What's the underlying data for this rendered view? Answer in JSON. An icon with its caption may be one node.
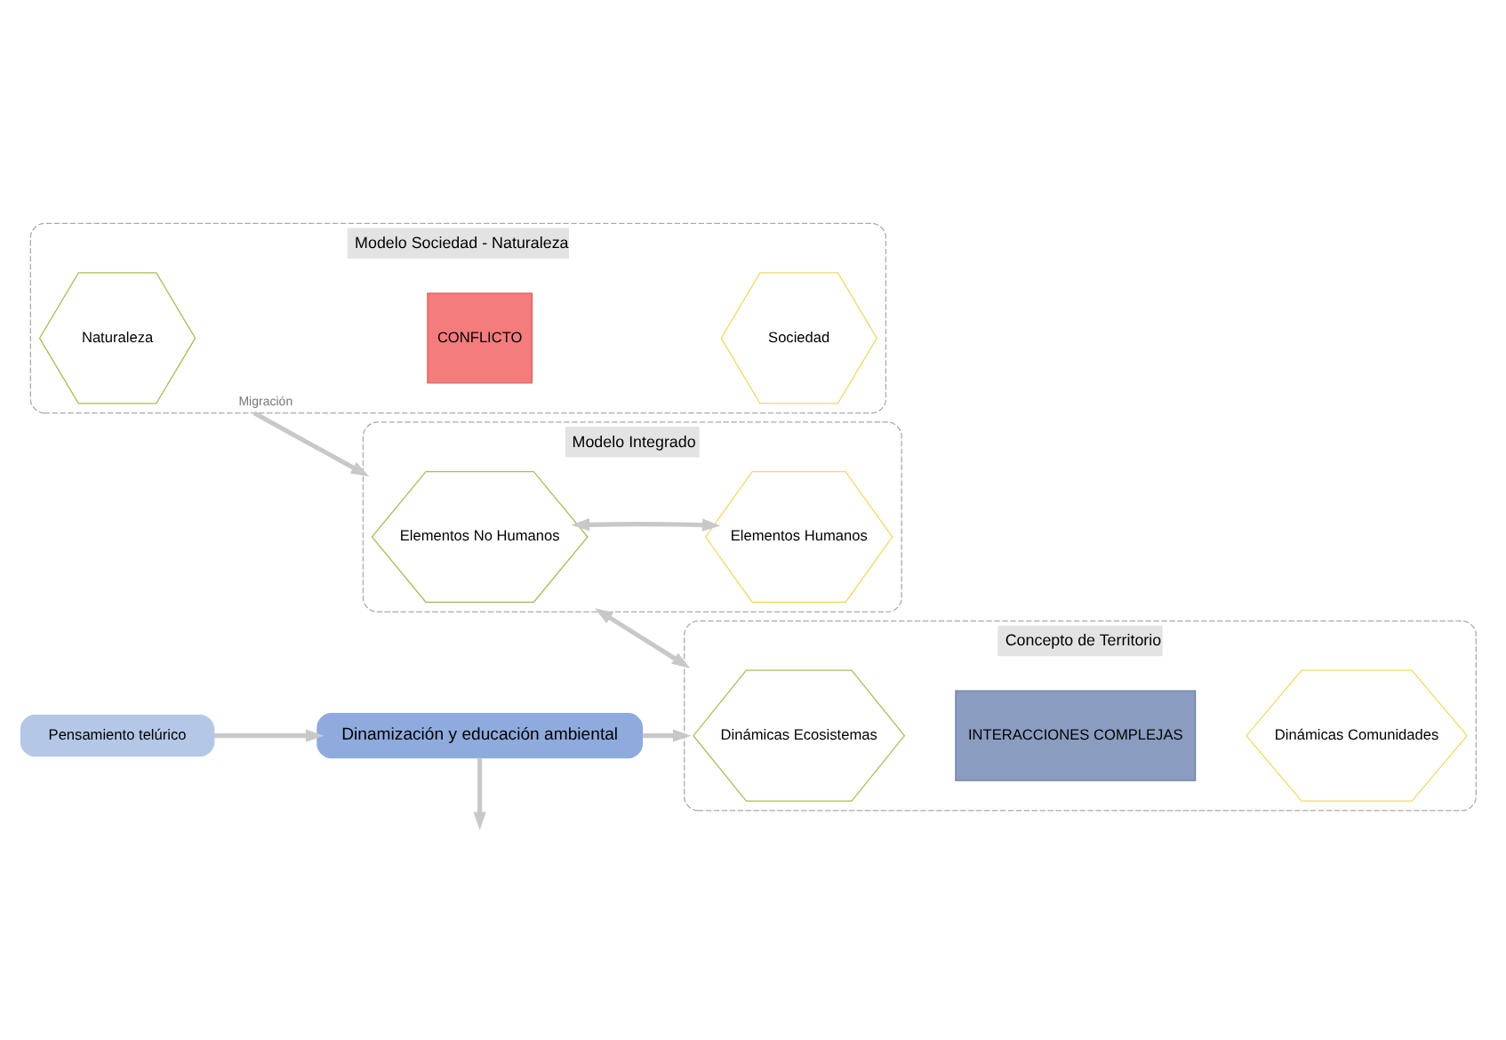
{
  "diagram": {
    "nodes": [
      {
        "text": [
          "Modelo Sociedad - Naturaleza"
        ]
      },
      {
        "text": [
          "Naturaleza"
        ],
        "in": 0
      },
      {
        "text": [
          "CONFLICTO"
        ],
        "in": 0
      },
      {
        "text": [
          "Sociedad"
        ],
        "in": 0
      },
      {
        "text": [
          "Modelo Integrado"
        ]
      },
      {
        "text": [
          "Elementos No Humanos"
        ],
        "in": 4
      },
      {
        "text": [
          "Elementos Humanos"
        ],
        "in": 4
      },
      {
        "text": [
          "Concepto de Territorio"
        ]
      },
      {
        "text": [
          "Dinámicas Ecosistemas"
        ],
        "in": 7
      },
      {
        "text": [
          "INTERACCIONES COMPLEJAS"
        ],
        "in": 7
      },
      {
        "text": [
          "Dinámicas Comunidades"
        ],
        "in": 7
      },
      {
        "text": [
          "Pensamiento telúrico"
        ]
      },
      {
        "text": [
          "Dinamización y educación ambiental"
        ]
      }
    ],
    "edges": [
      {
        "from": 0,
        "to": 4,
        "arrow": "to",
        "label": "Migración"
      },
      {
        "from": 12,
        "to": null,
        "arrow": "to"
      },
      {
        "from": 5,
        "to": 6,
        "arrow": "both"
      },
      {
        "from": 4,
        "to": 7,
        "arrow": "both"
      },
      {
        "from": 11,
        "to": 12,
        "arrow": "to"
      },
      {
        "from": 12,
        "to": 7,
        "arrow": "to"
      }
    ]
  }
}
